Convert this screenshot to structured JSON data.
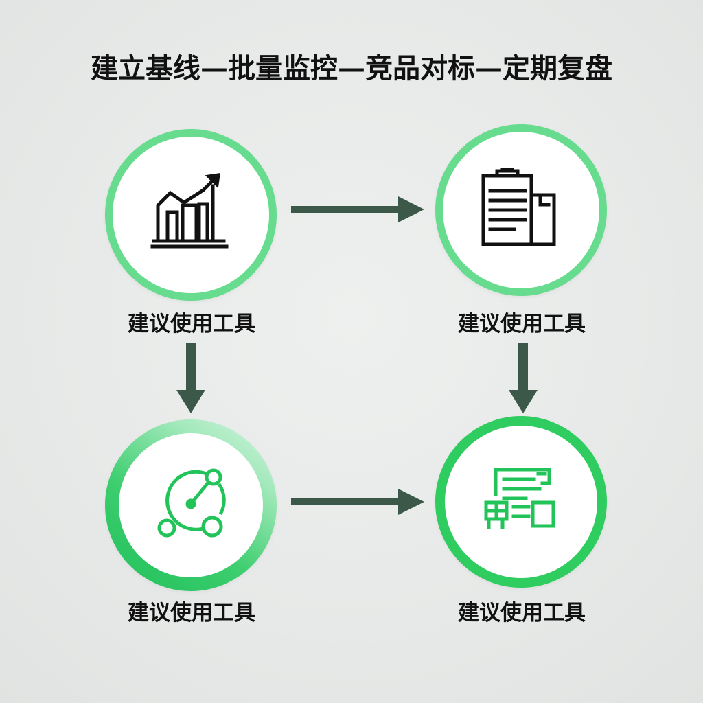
{
  "title": "建立基线—批量监控—竞品对标—定期复盘",
  "colors": {
    "ring": "#67dc8e",
    "ring_strong": "#2fcc5f",
    "arrow": "#3c5849",
    "icon_dark": "#111111",
    "icon_green": "#22c45a"
  },
  "nodes": [
    {
      "icon": "growth-chart-icon",
      "label": "建议使用工具"
    },
    {
      "icon": "clipboard-document-icon",
      "label": "建议使用工具"
    },
    {
      "icon": "node-network-icon",
      "label": "建议使用工具"
    },
    {
      "icon": "report-table-icon",
      "label": "建议使用工具"
    }
  ]
}
